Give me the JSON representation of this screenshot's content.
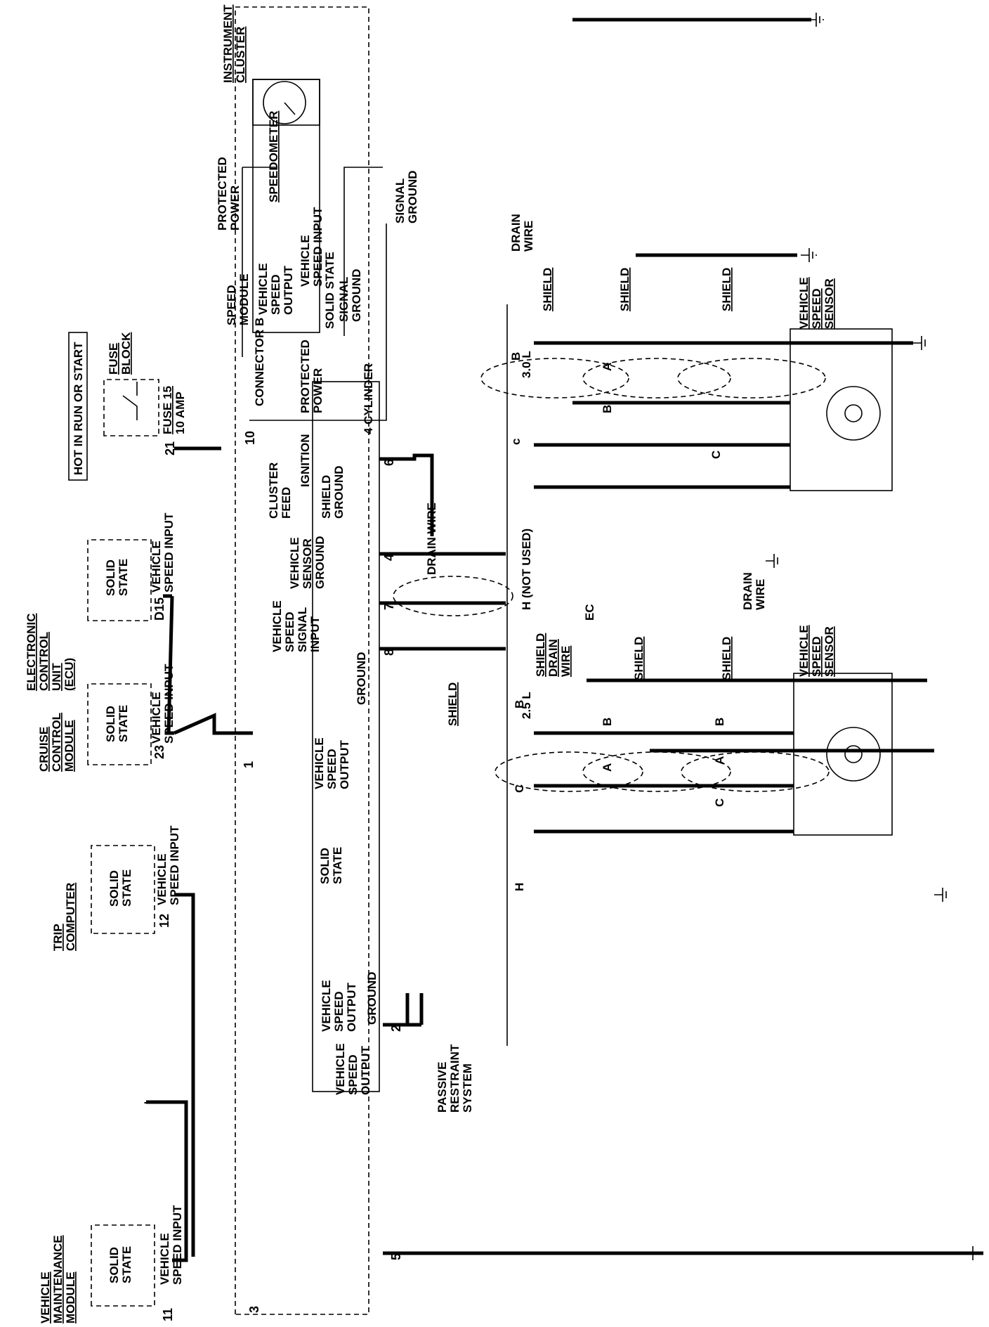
{
  "modules": {
    "vmm": {
      "title": [
        "VEHICLE",
        "MAINTENANCE",
        "MODULE"
      ],
      "body": [
        "SOLID",
        "STATE"
      ],
      "pin": "11",
      "input": [
        "VEHICLE",
        "SPEED INPUT"
      ]
    },
    "trip": {
      "title": [
        "TRIP",
        "COMPUTER"
      ],
      "body": [
        "SOLID",
        "STATE"
      ],
      "pin": "12",
      "input": [
        "VEHICLE",
        "SPEED INPUT"
      ]
    },
    "cruise": {
      "title": [
        "CRUISE",
        "CONTROL",
        "MODULE"
      ],
      "body": [
        "SOLID",
        "STATE"
      ],
      "pin": "23",
      "input": [
        "VEHICLE",
        "SPEED INPUT"
      ]
    },
    "ecu": {
      "title": [
        "ELECTRONIC",
        "CONTROL",
        "UNIT",
        "(ECU)"
      ],
      "body": [
        "SOLID",
        "STATE"
      ],
      "pin": "D15",
      "input": [
        "VEHICLE",
        "SPEED INPUT"
      ]
    },
    "fuse": {
      "hot": "HOT IN RUN OR START",
      "title": [
        "FUSE",
        "BLOCK"
      ],
      "fuse": [
        "FUSE 15",
        "10 AMP"
      ],
      "pin": "21"
    }
  },
  "cluster": {
    "title": [
      "INSTRUMENT",
      "CLUSTER"
    ],
    "speedometer": "SPEEDOMETER",
    "speed_module": [
      "SPEED",
      "MODULE"
    ],
    "connector": "CONNECTOR B",
    "vso_inner": [
      "VEHICLE",
      "SPEED",
      "OUTPUT"
    ],
    "vsi": [
      "VEHICLE",
      "SPEED INPUT"
    ],
    "solid_state_spd": "SOLID STATE",
    "signal_ground_inner": [
      "SIGNAL",
      "GROUND"
    ],
    "protected_power_top": [
      "PROTECTED",
      "POWER"
    ],
    "signal_ground_top": [
      "SIGNAL",
      "GROUND"
    ],
    "protected_power_inner": [
      "PROTECTED",
      "POWER"
    ],
    "four_cyl": "4 CYLINDER",
    "ignition": "IGNITION",
    "cluster_feed": [
      "CLUSTER",
      "FEED"
    ],
    "shield_ground": [
      "SHIELD",
      "GROUND"
    ],
    "vss_ground": [
      "VEHICLE",
      "SENSOR",
      "GROUND"
    ],
    "vss_signal": [
      "VEHICLE",
      "SPEED",
      "SIGNAL",
      "INPUT"
    ],
    "ground": "GROUND",
    "vso_1": [
      "VEHICLE",
      "SPEED",
      "OUTPUT"
    ],
    "solid_state_main": [
      "SOLID",
      "STATE"
    ],
    "vso_2": [
      "VEHICLE",
      "SPEED",
      "OUTPUT"
    ],
    "vso_3": [
      "VEHICLE",
      "SPEED",
      "OUTPUT"
    ],
    "ground_bottom": "GROUND",
    "pins": {
      "p10": "10",
      "p6": "6",
      "p4": "4",
      "p7": "7",
      "p8": "8",
      "p1": "1",
      "p2": "2",
      "p3": "3",
      "p5": "5"
    }
  },
  "passive": [
    "PASSIVE",
    "RESTRAINT",
    "SYSTEM"
  ],
  "harness": {
    "not_used": "H (NOT USED)",
    "l30": "3.0 L",
    "l25": "2.5 L",
    "drain_wire": "DRAIN WIRE",
    "drain": [
      "DRAIN",
      "WIRE"
    ],
    "shield": "SHIELD",
    "shield_drain": [
      "SHIELD",
      "DRAIN",
      "WIRE"
    ],
    "ec": "EC",
    "vss": [
      "VEHICLE",
      "SPEED",
      "SENSOR"
    ],
    "letters": {
      "B": "B",
      "C": "C",
      "c": "c",
      "A": "A",
      "H": "H"
    }
  }
}
